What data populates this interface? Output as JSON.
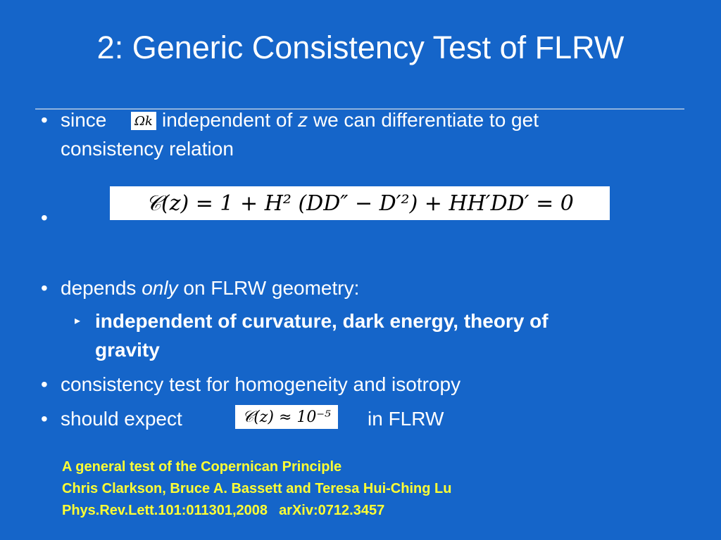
{
  "slide": {
    "title": "2: Generic Consistency Test of FLRW"
  },
  "bullets": {
    "b1": {
      "before": "since",
      "math": "Ωk",
      "after_a": "independent of ",
      "after_var": "z",
      "after_b": " we can differentiate to get",
      "line2": "consistency relation"
    },
    "b2": {
      "equation": "𝒞(z) = 1 + H² (DD″ − D′²) + HH′DD′ = 0"
    },
    "b3": {
      "before": "depends ",
      "emph": "only",
      "after": " on FLRW geometry:"
    },
    "sub": {
      "line1": "independent of curvature, dark energy, theory of",
      "line2": "gravity"
    },
    "b4": {
      "text": "consistency test for homogeneity and isotropy"
    },
    "b5": {
      "before": "should expect",
      "math": "𝒞(z) ≈ 10⁻⁵",
      "after": "in FLRW"
    }
  },
  "reference": {
    "title": "A general test of the Copernican Principle",
    "authors": "Chris Clarkson, Bruce A. Bassett and Teresa Hui-Ching Lu",
    "journal": "Phys.Rev.Lett.101:011301,2008",
    "arxiv": "arXiv:0712.3457"
  },
  "colors": {
    "background": "#1565c9",
    "text": "#ffffff",
    "reference": "#ffff33"
  }
}
